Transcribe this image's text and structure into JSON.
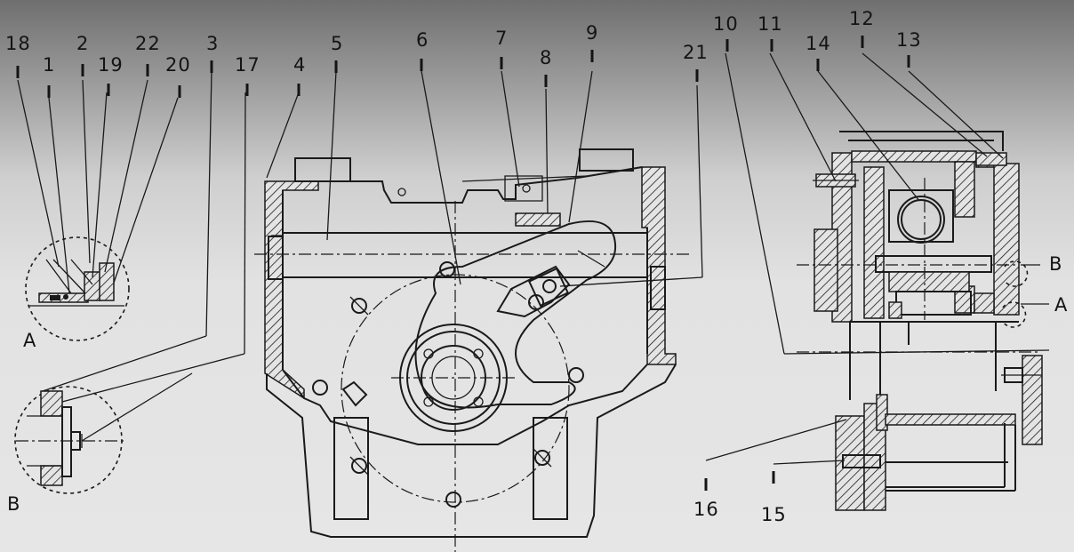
{
  "figure": {
    "callouts": {
      "c18": "18",
      "c1": "1",
      "c2": "2",
      "c19": "19",
      "c22": "22",
      "c20": "20",
      "c3": "3",
      "c17": "17",
      "c4": "4",
      "c5": "5",
      "c6": "6",
      "c7": "7",
      "c8": "8",
      "c9": "9",
      "c21": "21",
      "c10": "10",
      "c11": "11",
      "c14": "14",
      "c12": "12",
      "c13": "13",
      "c16": "16",
      "c15": "15"
    },
    "view_marks": {
      "detail_a": "A",
      "detail_b": "B",
      "section_a": "A",
      "section_b": "B"
    }
  }
}
